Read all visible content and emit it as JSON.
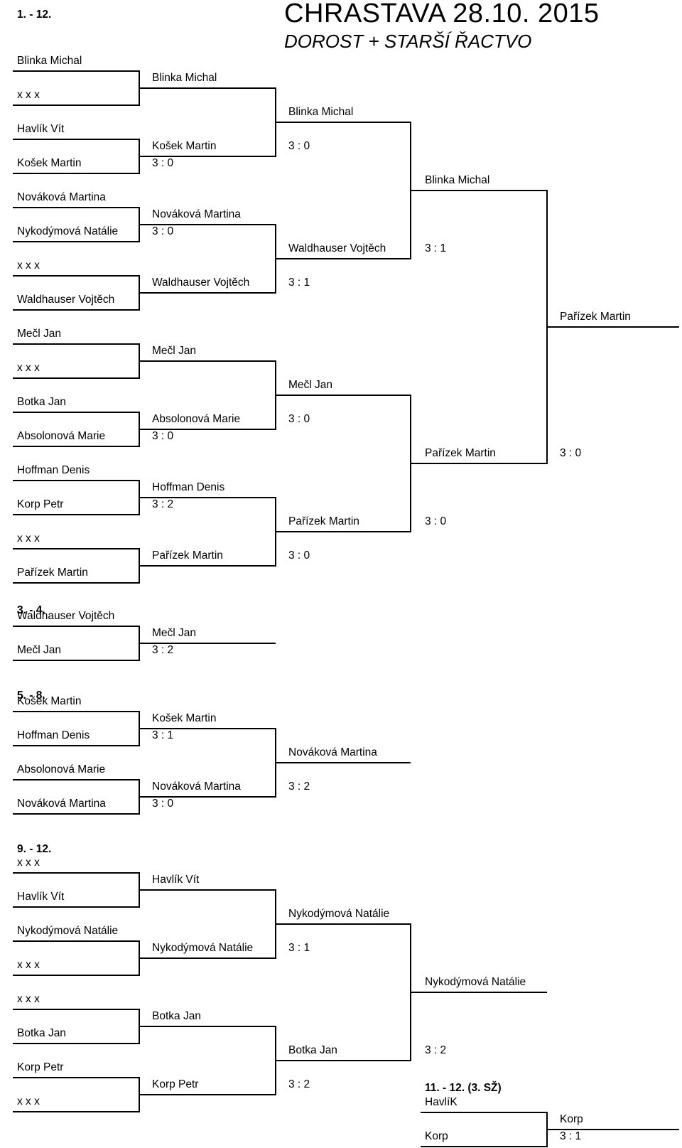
{
  "header": {
    "title": "CHRASTAVA 28.10. 2015",
    "subtitle": "DOROST + STARŠÍ ŘACTVO"
  },
  "sections": {
    "main": {
      "label": "1. - 12.",
      "r1": [
        "Blinka Michal",
        "x x x",
        "Havlík Vít",
        "Košek Martin",
        "Nováková Martina",
        "Nykodýmová Natálie",
        "x x x",
        "Waldhauser Vojtěch",
        "Mečl Jan",
        "x x x",
        "Botka Jan",
        "Absolonová Marie",
        "Hoffman Denis",
        "Korp Petr",
        "x x x",
        "Pařízek Martin"
      ],
      "r2": [
        {
          "name": "Blinka Michal",
          "score": ""
        },
        {
          "name": "Košek Martin",
          "score": "3 : 0"
        },
        {
          "name": "Nováková Martina",
          "score": "3 : 0"
        },
        {
          "name": "Waldhauser Vojtěch",
          "score": ""
        },
        {
          "name": "Mečl Jan",
          "score": ""
        },
        {
          "name": "Absolonová Marie",
          "score": "3 : 0"
        },
        {
          "name": "Hoffman Denis",
          "score": "3 : 2"
        },
        {
          "name": "Pařízek Martin",
          "score": ""
        }
      ],
      "r3": [
        {
          "name": "Blinka Michal",
          "score": "3 : 0"
        },
        {
          "name": "Waldhauser Vojtěch",
          "score": "3 : 1"
        },
        {
          "name": "Mečl Jan",
          "score": "3 : 0"
        },
        {
          "name": "Pařízek Martin",
          "score": "3 : 0"
        }
      ],
      "r4": [
        {
          "name": "Blinka Michal",
          "score": "3 : 1"
        },
        {
          "name": "Pařízek Martin",
          "score": "3 : 0"
        }
      ],
      "final": {
        "name": "Pařízek Martin",
        "score": "3 : 0"
      }
    },
    "third": {
      "label": "3. - 4.",
      "r1": [
        "Waldhauser Vojtěch",
        "Mečl Jan"
      ],
      "winner": {
        "name": "Mečl Jan",
        "score": "3 : 2"
      }
    },
    "fifth": {
      "label": "5.  - 8.",
      "r1": [
        "Košek Martin",
        "Hoffman Denis",
        "Absolonová Marie",
        "Nováková Martina"
      ],
      "r2": [
        {
          "name": "Košek Martin",
          "score": "3 : 1"
        },
        {
          "name": "Nováková Martina",
          "score": "3 : 0"
        }
      ],
      "winner": {
        "name": "Nováková Martina",
        "score": "3 : 2"
      }
    },
    "ninth": {
      "label": "9. - 12.",
      "r1": [
        "x x x",
        "Havlík Vít",
        "Nykodýmová Natálie",
        "x x x",
        "x x x",
        "Botka Jan",
        "Korp Petr",
        "x x x"
      ],
      "r2": [
        {
          "name": "Havlík Vít",
          "score": ""
        },
        {
          "name": "Nykodýmová Natálie",
          "score": ""
        },
        {
          "name": "Botka Jan",
          "score": ""
        },
        {
          "name": "Korp Petr",
          "score": ""
        }
      ],
      "r3": [
        {
          "name": "Nykodýmová Natálie",
          "score": "3 : 1"
        },
        {
          "name": "Botka Jan",
          "score": "3 : 2"
        }
      ],
      "winner": {
        "name": "Nykodýmová Natálie",
        "score": "3 : 2"
      }
    },
    "eleventh": {
      "label": "11. - 12. (3. SŽ)",
      "r1": [
        "HavlíK",
        "Korp"
      ],
      "winner": {
        "name": "Korp",
        "score": "3 : 1"
      }
    }
  }
}
